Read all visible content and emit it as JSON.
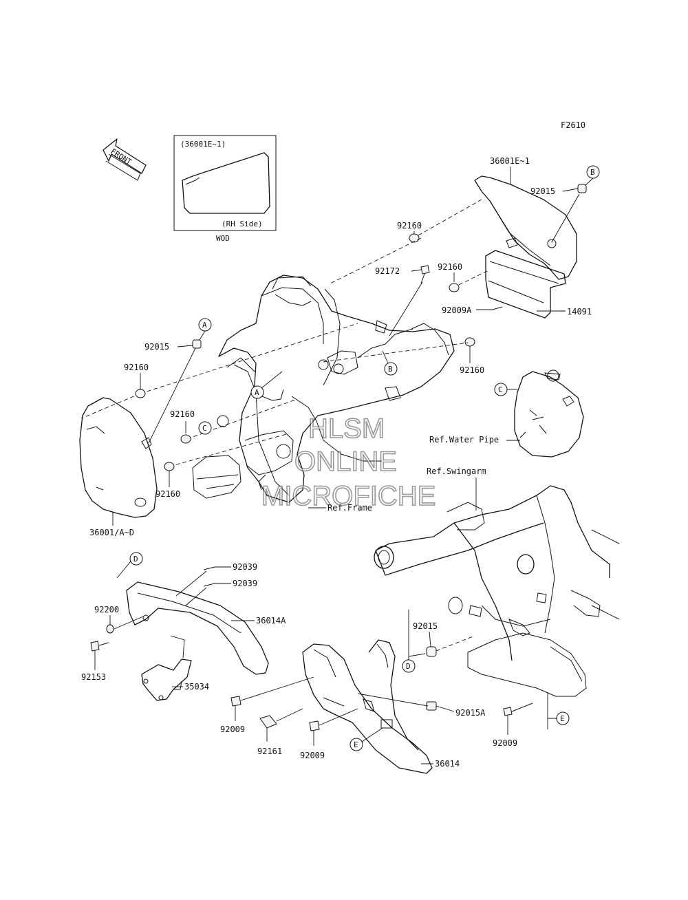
{
  "figure_code": "F2610",
  "front_arrow_label": "FRONT",
  "inset": {
    "part": "(36001E~1)",
    "side": "(RH Side)",
    "note": "WOD"
  },
  "refs": {
    "water_pipe": "Ref.Water Pipe",
    "swingarm": "Ref.Swingarm",
    "frame": "Ref.Frame"
  },
  "watermark": {
    "line1": "HLSM",
    "line2": "ONLINE",
    "line3": "MICROFICHE"
  },
  "callouts": {
    "a": "A",
    "b": "B",
    "c": "C",
    "d": "D",
    "e": "E"
  },
  "parts": {
    "p36001e": "36001E~1",
    "p92015_b": "92015",
    "p92160_top": "92160",
    "p92172": "92172",
    "p92160_mid": "92160",
    "p92009a": "92009A",
    "p14091": "14091",
    "p92160_right": "92160",
    "p92015_a": "92015",
    "p92160_left": "92160",
    "p92160_c": "92160",
    "p92160_low": "92160",
    "p36001": "36001/A~D",
    "p92039_1": "92039",
    "p92039_2": "92039",
    "p92200": "92200",
    "p36014a": "36014A",
    "p92153": "92153",
    "p35034": "35034",
    "p92015_d": "92015",
    "p92015a": "92015A",
    "p92009_left": "92009",
    "p92161": "92161",
    "p92009_mid": "92009",
    "p92009_right": "92009",
    "p36014": "36014"
  }
}
